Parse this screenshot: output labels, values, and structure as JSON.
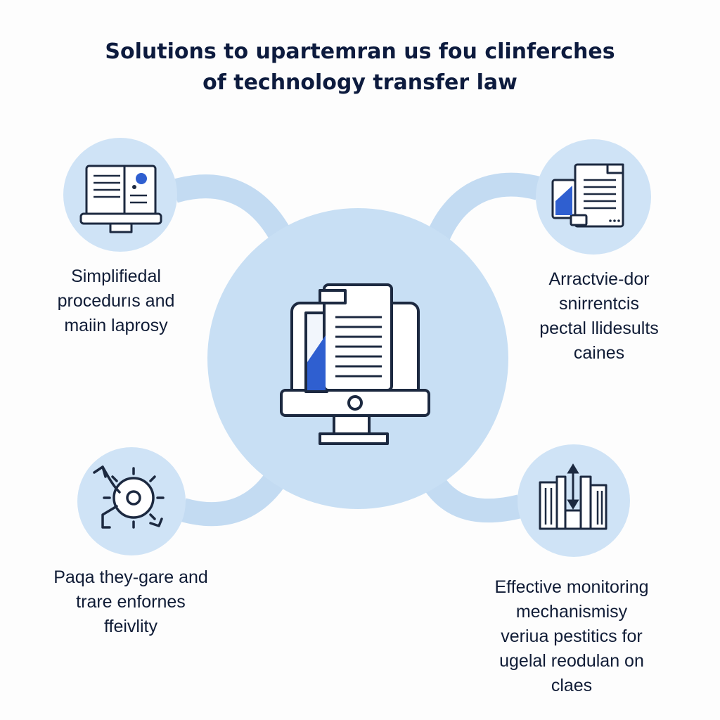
{
  "title": {
    "line1": "Solutions to upartemran us fou clinferches",
    "line2": "of technology transfer law"
  },
  "nodes": {
    "top_left": {
      "icon": "document-monitor-icon",
      "label": [
        "Simplifiedal",
        "procedurıs and",
        "maiin laprosy"
      ]
    },
    "top_right": {
      "icon": "devices-document-icon",
      "label": [
        "Arractvie-dor",
        "snirrentcis",
        "pectal llidesults",
        "caines"
      ]
    },
    "bottom_left": {
      "icon": "gear-arrows-icon",
      "label": [
        "Paqa they-gare and",
        "trare enfornes",
        "ffeivlity"
      ]
    },
    "bottom_right": {
      "icon": "building-measure-icon",
      "label": [
        "Effective monitoring",
        "mechanismisy",
        "veriua pestitics for",
        "ugelal reodulan on",
        "claes"
      ]
    }
  },
  "center": {
    "icon": "computer-document-icon"
  },
  "colors": {
    "title": "#0d1b3e",
    "circle_fill": "#c8dff4",
    "connector": "#bcd7f1",
    "icon_stroke": "#1c2940",
    "accent_blue": "#2f5fd0"
  }
}
